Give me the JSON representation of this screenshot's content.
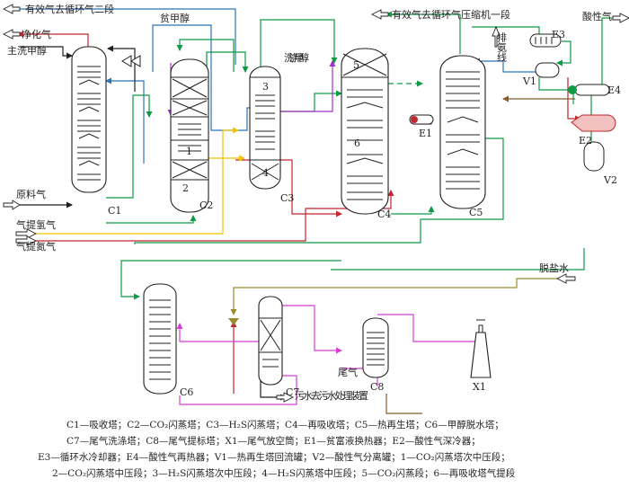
{
  "colors": {
    "green": "#0e9a47",
    "blue": "#2b74b8",
    "red": "#c1272d",
    "purple": "#a42fc9",
    "magenta": "#d43fd4",
    "yellow": "#f2c200",
    "brown": "#8b5a2b",
    "olive": "#9a8a2c",
    "black": "#231f20"
  },
  "streams": {
    "recycle_gas_stage2": "有效气去循环气二段",
    "clean_gas": "净化气",
    "main_wash_methanol": "主洗甲醇",
    "lean_methanol": "贫甲醇",
    "recycle_gas_compressor_stage1": "有效气去循环气压缩机一段",
    "acid_gas": "酸性气",
    "vent_ammonia": "排氨线",
    "wash_methanol": "洗涤甲醇",
    "feed_gas": "原料气",
    "stripping_hydrogen": "气提氢气",
    "stripping_nitrogen": "气提氮气",
    "desalted_water": "脱盐水",
    "tail_gas": "尾气",
    "wastewater": "污水去污水处理装置"
  },
  "equipment": {
    "C1": "C1",
    "C2": "C2",
    "C3": "C3",
    "C4": "C4",
    "C5": "C5",
    "C6": "C6",
    "C7": "C7",
    "C8": "C8",
    "E1": "E1",
    "E2": "E2",
    "E3": "E3",
    "E4": "E4",
    "V1": "V1",
    "V2": "V2",
    "X1": "X1"
  },
  "sections": {
    "s1": "1",
    "s2": "2",
    "s3": "3",
    "s4": "4",
    "s5": "5",
    "s6": "6"
  },
  "legend": [
    "C1—吸收塔；C2—CO₂闪蒸塔；C3—H₂S闪蒸塔；C4—再吸收塔；C5—热再生塔；C6—甲醇脱水塔；",
    "C7—尾气洗涤塔；C8—尾气提标塔；X1—尾气放空筒；E1—贫富液换热器；E2—酸性气深冷器；",
    "E3—循环水冷却器；E4—酸性气再热器；V1—热再生塔回流罐；V2—酸性气分离罐；1—CO₂闪蒸塔次中压段；",
    "2—CO₂闪蒸塔中压段；3—H₂S闪蒸塔次中压段；4—H₂S闪蒸塔中压段；5—CO₂闪蒸段；6—再吸收塔气提段"
  ]
}
